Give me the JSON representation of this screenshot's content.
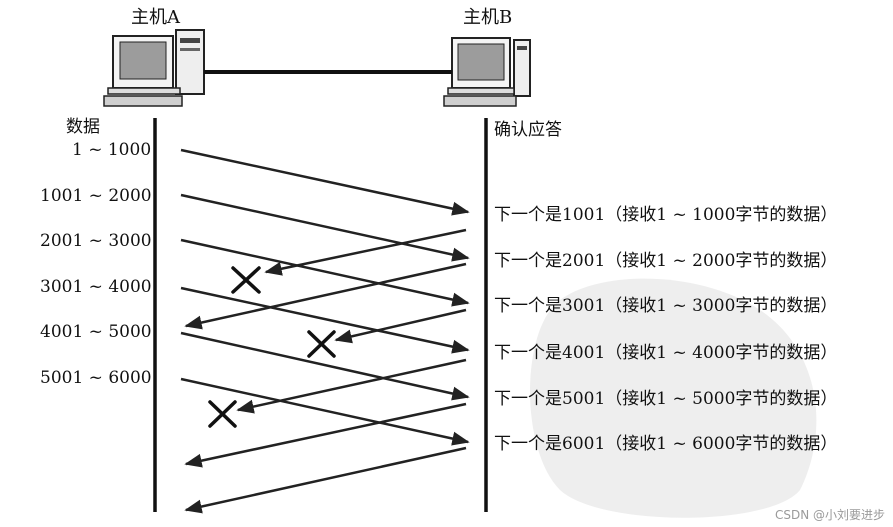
{
  "hosts": {
    "a": "主机A",
    "b": "主机B"
  },
  "columns": {
    "left_title": "数据",
    "right_title": "确认应答"
  },
  "segments": [
    "1 ~ 1000",
    "1001 ~ 2000",
    "2001 ~ 3000",
    "3001 ~ 4000",
    "4001 ~ 5000",
    "5001 ~ 6000"
  ],
  "acks": [
    "下一个是1001（接收1 ~ 1000字节的数据）",
    "下一个是2001（接收1 ~ 2000字节的数据）",
    "下一个是3001（接收1 ~ 3000字节的数据）",
    "下一个是4001（接收1 ~ 4000字节的数据）",
    "下一个是5001（接收1 ~ 5000字节的数据）",
    "下一个是6001（接收1 ~ 6000字节的数据）"
  ],
  "lost_ack_count": 3,
  "watermark": "CSDN @小刘要进步"
}
